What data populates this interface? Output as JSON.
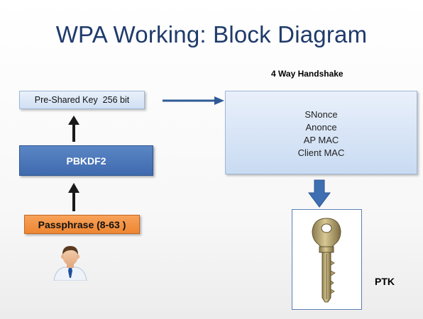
{
  "title": "WPA Working: Block Diagram",
  "handshake": {
    "title": "4 Way Handshake",
    "items": [
      "SNonce",
      "Anonce",
      "AP MAC",
      "Client MAC"
    ]
  },
  "blocks": {
    "psk": "Pre-Shared Key  256 bit",
    "pbkdf2": "PBKDF2",
    "passphrase": "Passphrase (8-63 )"
  },
  "output_label": "PTK",
  "icons": {
    "user": "user-icon",
    "key": "key-icon"
  },
  "colors": {
    "title": "#1f3b6b",
    "pbkdf2_fill": "#4a76b8",
    "passphrase_fill": "#f39442",
    "light_box_fill": "#d6e4f5",
    "arrow_dark": "#1a1a1a",
    "arrow_blue": "#3e6fb2"
  }
}
